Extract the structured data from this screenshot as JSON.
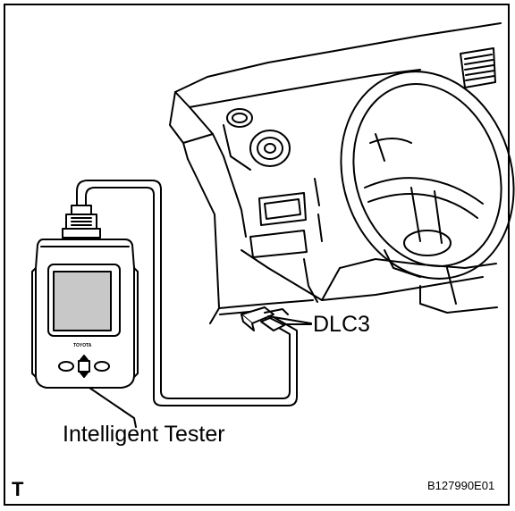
{
  "labels": {
    "connector": "DLC3",
    "device": "Intelligent Tester",
    "corner_mark": "T",
    "figure_code": "B127990E01",
    "brand": "TOYOTA"
  },
  "colors": {
    "line": "#000000",
    "paper": "#ffffff",
    "screen": "#c8c8c8"
  }
}
